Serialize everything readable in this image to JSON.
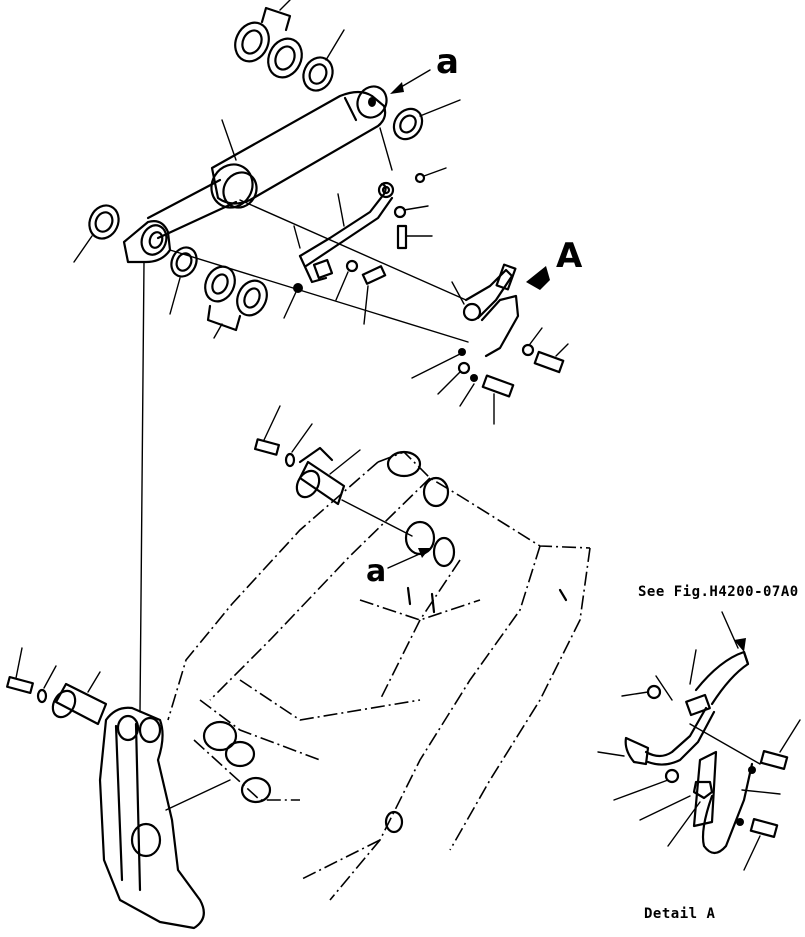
{
  "labels": {
    "ref_a_top": "a",
    "ref_a_lower": "a",
    "view_arrow": "A",
    "see_fig": "See Fig.H4200-07A0",
    "detail": "Detail A"
  }
}
